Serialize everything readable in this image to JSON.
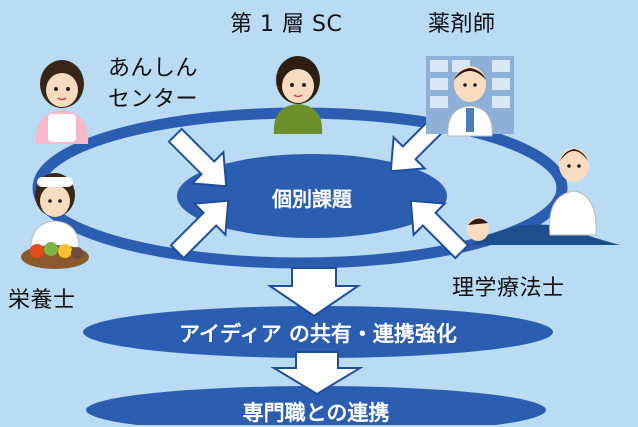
{
  "labels": {
    "anshin_line1": "あんしん",
    "anshin_line2": "センター",
    "sc": "第 1 層 SC",
    "pharmacist": "薬剤師",
    "nutritionist": "栄養士",
    "physio": "理学療法士"
  },
  "ovals": {
    "center": "個別課題",
    "share": "アイディア の共有・連携強化",
    "expert": "専門職との連携"
  },
  "colors": {
    "background": "#b9dbf4",
    "oval_fill": "#2b5eb0",
    "ring_stroke": "#2b5eb0",
    "arrow_fill": "#ffffff",
    "arrow_stroke": "#1f4f9c"
  },
  "icons": [
    "anshin-staff-icon",
    "sc-staff-icon",
    "pharmacist-icon",
    "nutritionist-icon",
    "physiotherapist-icon"
  ]
}
